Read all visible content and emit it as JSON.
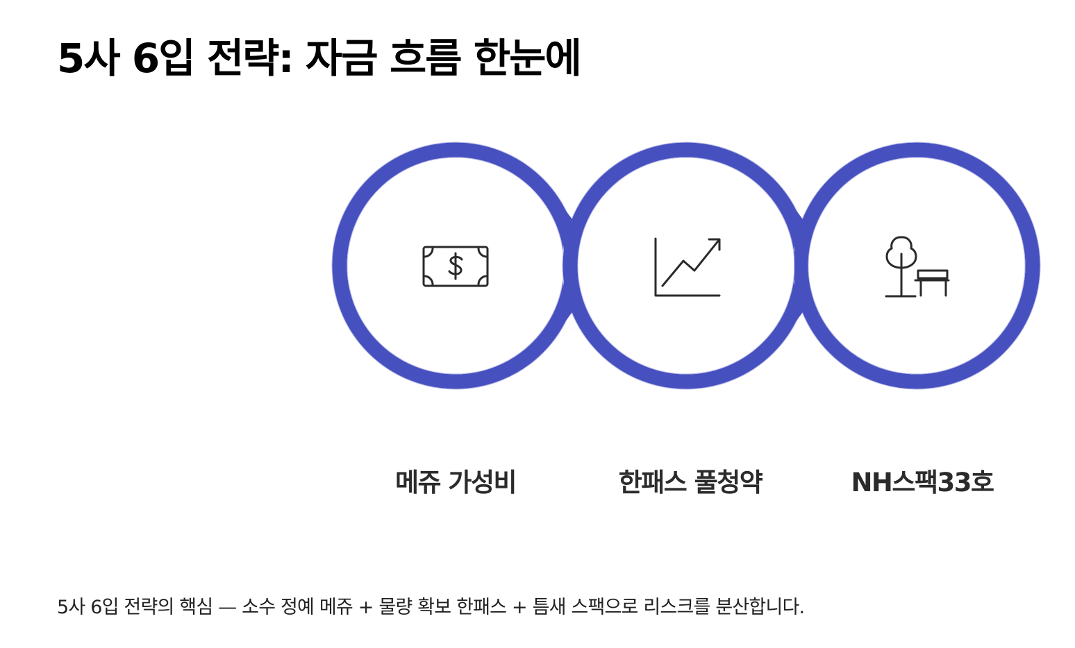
{
  "title": "5사 6입 전략: 자금 흐름 한눈에",
  "colors": {
    "ring": "#4750BF",
    "ring_edge": "#B9BCE8",
    "icon_stroke": "#2A2A2A",
    "title": "#000000",
    "label": "#2B2B2B",
    "body_text": "#222222"
  },
  "steps": [
    {
      "label": "메쥬 가성비",
      "icon": "money-bill-icon"
    },
    {
      "label": "한패스 풀청약",
      "icon": "trend-up-chart-icon"
    },
    {
      "label": "NH스팩33호",
      "icon": "tree-bench-icon"
    }
  ],
  "footer": "5사 6입 전략의 핵심 — 소수 정예 메쥬 + 물량 확보 한패스 + 틈새 스팩으로 리스크를 분산합니다."
}
